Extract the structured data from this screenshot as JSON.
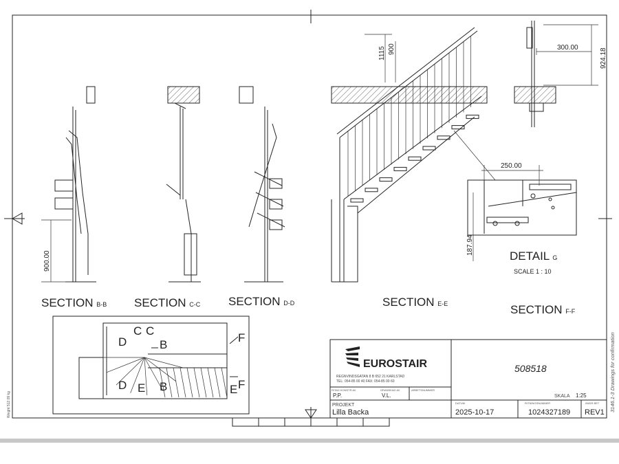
{
  "sections": [
    {
      "label": "SECTION",
      "id": "B-B"
    },
    {
      "label": "SECTION",
      "id": "C-C"
    },
    {
      "label": "SECTION",
      "id": "D-D"
    },
    {
      "label": "SECTION",
      "id": "E-E"
    },
    {
      "label": "SECTION",
      "id": "F-F"
    }
  ],
  "detail": {
    "label": "DETAIL",
    "id": "G",
    "scale": "SCALE 1 : 10"
  },
  "dimensions": {
    "d1115": "1115",
    "d900": "900",
    "d300": "300.00",
    "d924": "924.18",
    "d250": "250.00",
    "d187": "187.94",
    "d900b": "900.00"
  },
  "plan_labels": {
    "c1": "C",
    "c2": "C",
    "b1": "B",
    "d1": "D",
    "f1": "F",
    "d2": "D",
    "e1": "E",
    "b2": "B",
    "e2": "E",
    "f2": "F"
  },
  "title_block": {
    "company": "EUROSTAIR",
    "address1": "REGNVINDSGATAN 8 B    652 21 KARLSTAD",
    "address2": "TEL: 054-85 00 40          FAX: 054-85 00 60",
    "drawn_by_label": "RITAD KONSTR AV",
    "drawn_by": "P.P.",
    "checked_by_label": "GRANSKAD AV",
    "checked_by": "V.L.",
    "job_label": "ARBETSNUMMER",
    "project_label": "PROJEKT",
    "project": "Lilla Backa",
    "order_no": "508518",
    "scale_label": "SKALA",
    "scale": "1:25",
    "date_label": "DATUM",
    "date": "2025-10-17",
    "drawing_no_label": "RITNINGSNUMMER",
    "drawing_no": "1024327189",
    "rev_label": "ÄNDR BET",
    "rev": "REV1"
  },
  "side_note": "3146.1-3 Drawings for confirmation",
  "weight": "Weight 512.09 kg"
}
